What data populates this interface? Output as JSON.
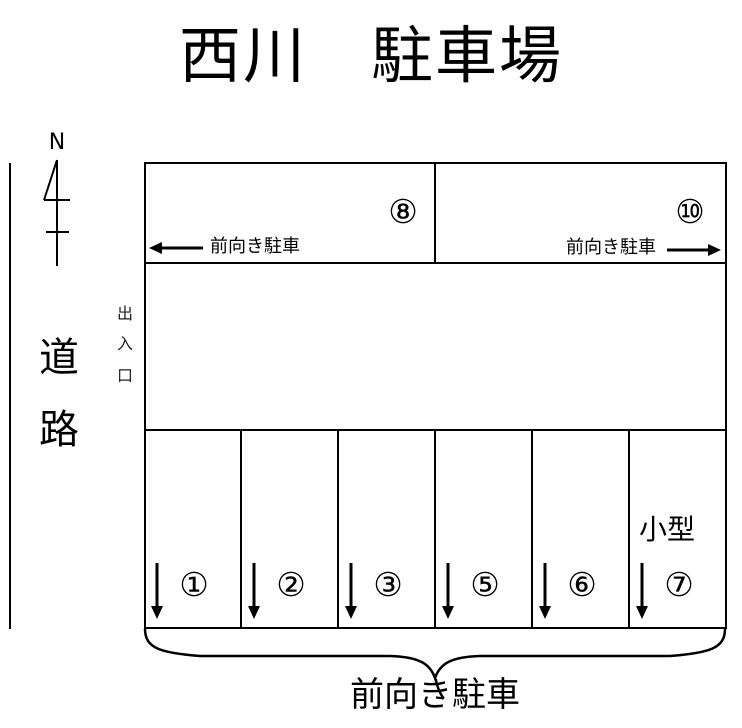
{
  "title": "西川　駐車場",
  "compass": {
    "label": "N",
    "icon": "north-arrow-icon"
  },
  "road": {
    "label_chars": [
      "道",
      "路"
    ]
  },
  "entrance": {
    "label_chars": [
      "出",
      "入",
      "口"
    ]
  },
  "top_row": {
    "spaces": [
      {
        "number": "⑧",
        "direction_label": "前向き駐車",
        "arrow": "left"
      },
      {
        "number": "⑩",
        "direction_label": "前向き駐車",
        "arrow": "right"
      }
    ]
  },
  "bottom_row": {
    "spaces": [
      {
        "number": "①",
        "arrow": "down"
      },
      {
        "number": "②",
        "arrow": "down"
      },
      {
        "number": "③",
        "arrow": "down"
      },
      {
        "number": "⑤",
        "arrow": "down"
      },
      {
        "number": "⑥",
        "arrow": "down"
      },
      {
        "number": "⑦",
        "arrow": "down",
        "note": "小型"
      }
    ],
    "group_label": "前向き駐車"
  },
  "colors": {
    "line": "#000000",
    "background": "#ffffff"
  }
}
